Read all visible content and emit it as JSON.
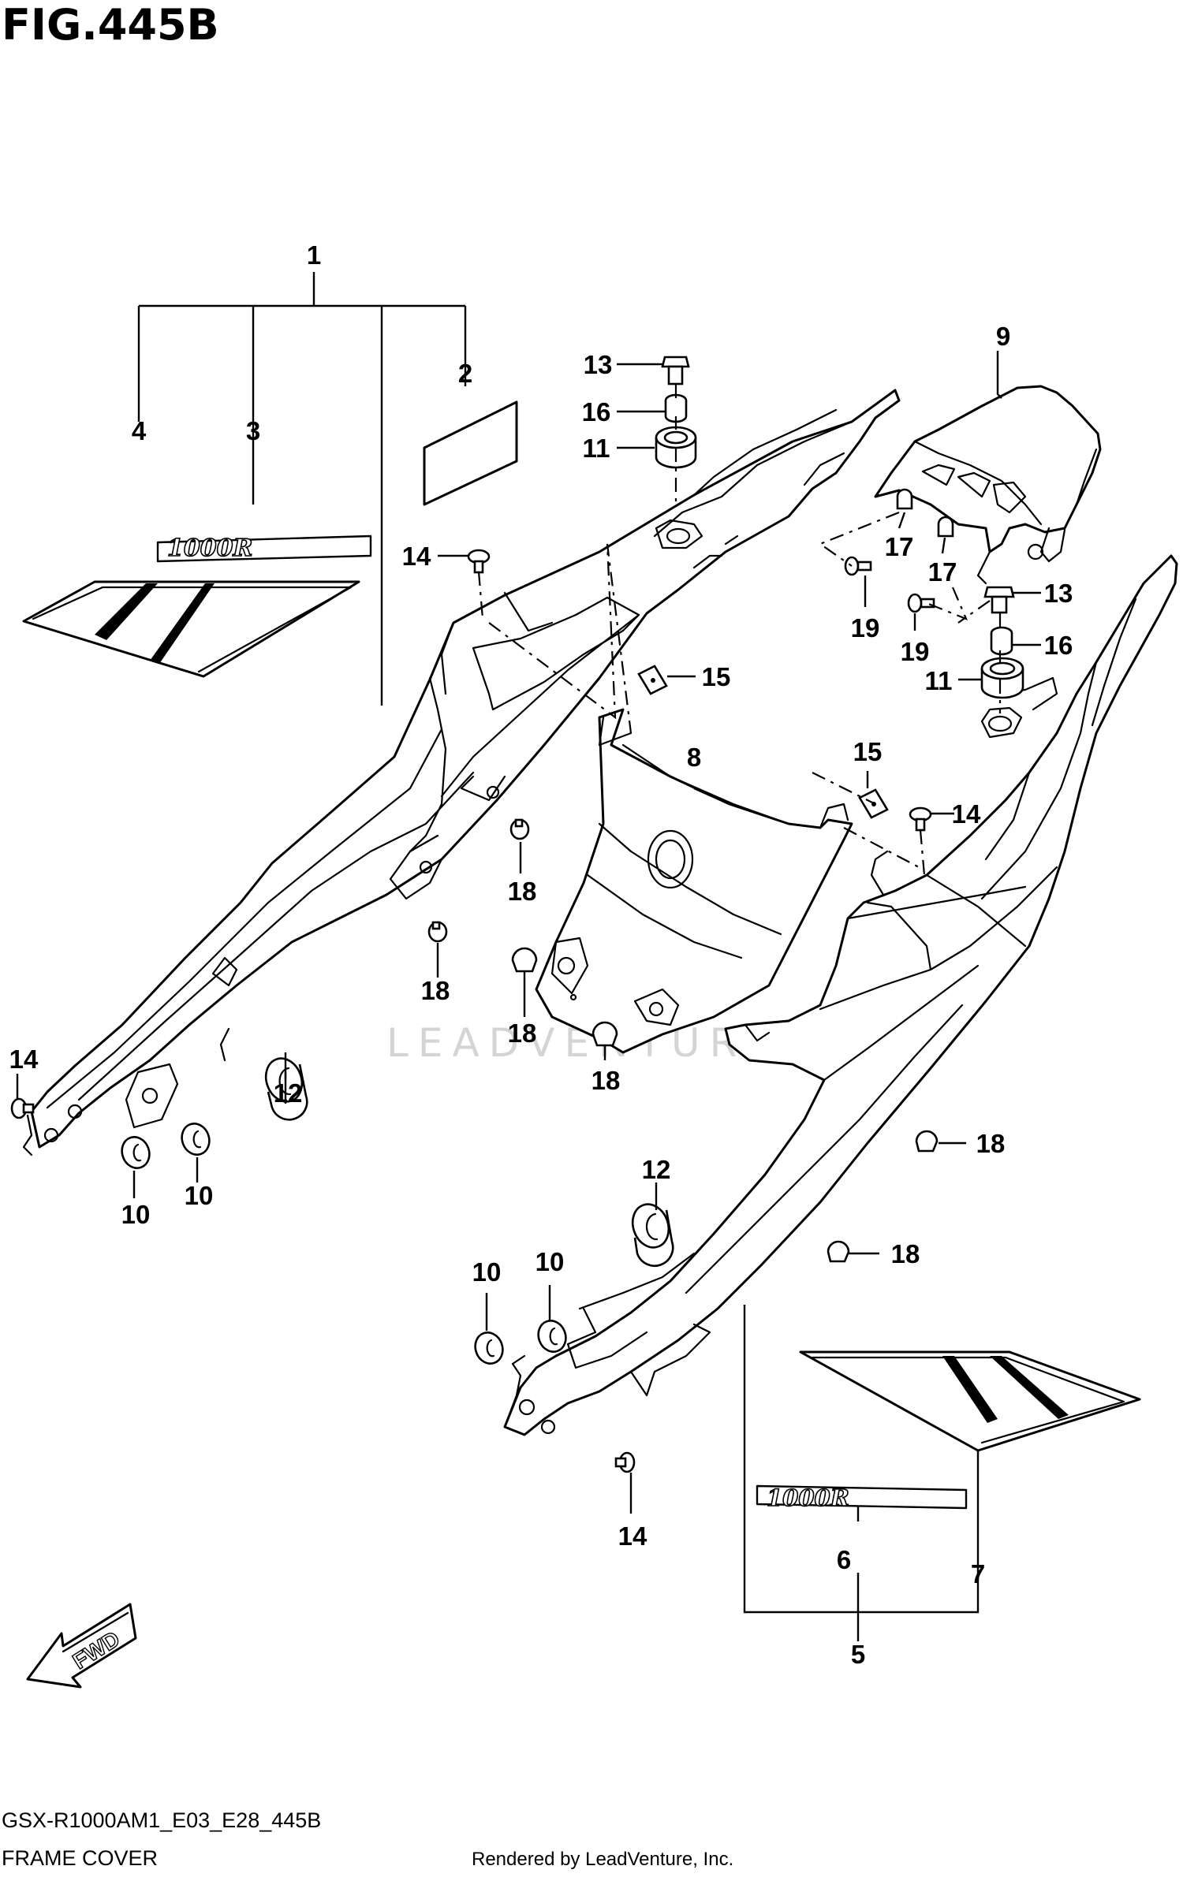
{
  "figure": {
    "title": "FIG.445B",
    "model_code": "GSX-R1000AM1_E03_E28_445B",
    "section_name": "FRAME COVER",
    "credit": "Rendered by LeadVenture, Inc.",
    "watermark": "LEADVENTURE",
    "fwd_label": "FWD"
  },
  "decals": {
    "emblem_text": "1000R"
  },
  "callouts": [
    {
      "id": "c1",
      "number": "1"
    },
    {
      "id": "c2",
      "number": "2"
    },
    {
      "id": "c3",
      "number": "3"
    },
    {
      "id": "c4",
      "number": "4"
    },
    {
      "id": "c5",
      "number": "5"
    },
    {
      "id": "c6",
      "number": "6"
    },
    {
      "id": "c7",
      "number": "7"
    },
    {
      "id": "c8",
      "number": "8"
    },
    {
      "id": "c9",
      "number": "9"
    },
    {
      "id": "c10a",
      "number": "10"
    },
    {
      "id": "c10b",
      "number": "10"
    },
    {
      "id": "c10c",
      "number": "10"
    },
    {
      "id": "c10d",
      "number": "10"
    },
    {
      "id": "c11a",
      "number": "11"
    },
    {
      "id": "c11b",
      "number": "11"
    },
    {
      "id": "c12a",
      "number": "12"
    },
    {
      "id": "c12b",
      "number": "12"
    },
    {
      "id": "c13a",
      "number": "13"
    },
    {
      "id": "c13b",
      "number": "13"
    },
    {
      "id": "c14a",
      "number": "14"
    },
    {
      "id": "c14b",
      "number": "14"
    },
    {
      "id": "c14c",
      "number": "14"
    },
    {
      "id": "c14d",
      "number": "14"
    },
    {
      "id": "c15a",
      "number": "15"
    },
    {
      "id": "c15b",
      "number": "15"
    },
    {
      "id": "c16a",
      "number": "16"
    },
    {
      "id": "c16b",
      "number": "16"
    },
    {
      "id": "c17a",
      "number": "17"
    },
    {
      "id": "c17b",
      "number": "17"
    },
    {
      "id": "c18a",
      "number": "18"
    },
    {
      "id": "c18b",
      "number": "18"
    },
    {
      "id": "c18c",
      "number": "18"
    },
    {
      "id": "c18d",
      "number": "18"
    },
    {
      "id": "c18e",
      "number": "18"
    },
    {
      "id": "c18f",
      "number": "18"
    },
    {
      "id": "c19a",
      "number": "19"
    },
    {
      "id": "c19b",
      "number": "19"
    }
  ]
}
